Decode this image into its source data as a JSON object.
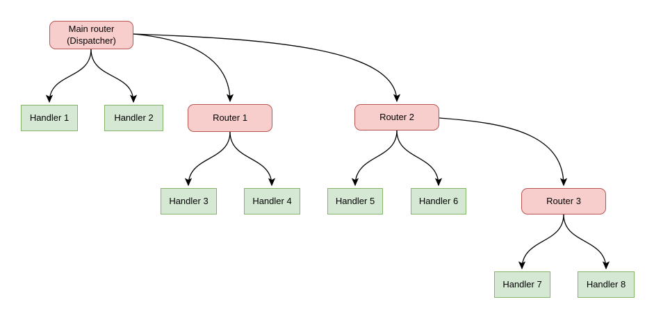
{
  "diagram": {
    "type": "tree-flowchart",
    "background": "#ffffff",
    "colors": {
      "router_fill": "#f8cecc",
      "router_border": "#b85450",
      "handler_fill": "#d5e8d4",
      "handler_border": "#82b366",
      "edge": "#000000"
    },
    "nodes": [
      {
        "id": "main",
        "type": "router",
        "label": "Main router\n(Dispatcher)"
      },
      {
        "id": "handler1",
        "type": "handler",
        "label": "Handler 1"
      },
      {
        "id": "handler2",
        "type": "handler",
        "label": "Handler 2"
      },
      {
        "id": "router1",
        "type": "router",
        "label": "Router 1"
      },
      {
        "id": "router2",
        "type": "router",
        "label": "Router 2"
      },
      {
        "id": "handler3",
        "type": "handler",
        "label": "Handler 3"
      },
      {
        "id": "handler4",
        "type": "handler",
        "label": "Handler 4"
      },
      {
        "id": "handler5",
        "type": "handler",
        "label": "Handler 5"
      },
      {
        "id": "handler6",
        "type": "handler",
        "label": "Handler 6"
      },
      {
        "id": "router3",
        "type": "router",
        "label": "Router 3"
      },
      {
        "id": "handler7",
        "type": "handler",
        "label": "Handler 7"
      },
      {
        "id": "handler8",
        "type": "handler",
        "label": "Handler 8"
      }
    ],
    "edges": [
      {
        "from": "main",
        "to": "handler1"
      },
      {
        "from": "main",
        "to": "handler2"
      },
      {
        "from": "main",
        "to": "router1"
      },
      {
        "from": "main",
        "to": "router2"
      },
      {
        "from": "router1",
        "to": "handler3"
      },
      {
        "from": "router1",
        "to": "handler4"
      },
      {
        "from": "router2",
        "to": "handler5"
      },
      {
        "from": "router2",
        "to": "handler6"
      },
      {
        "from": "router2",
        "to": "router3"
      },
      {
        "from": "router3",
        "to": "handler7"
      },
      {
        "from": "router3",
        "to": "handler8"
      }
    ]
  }
}
